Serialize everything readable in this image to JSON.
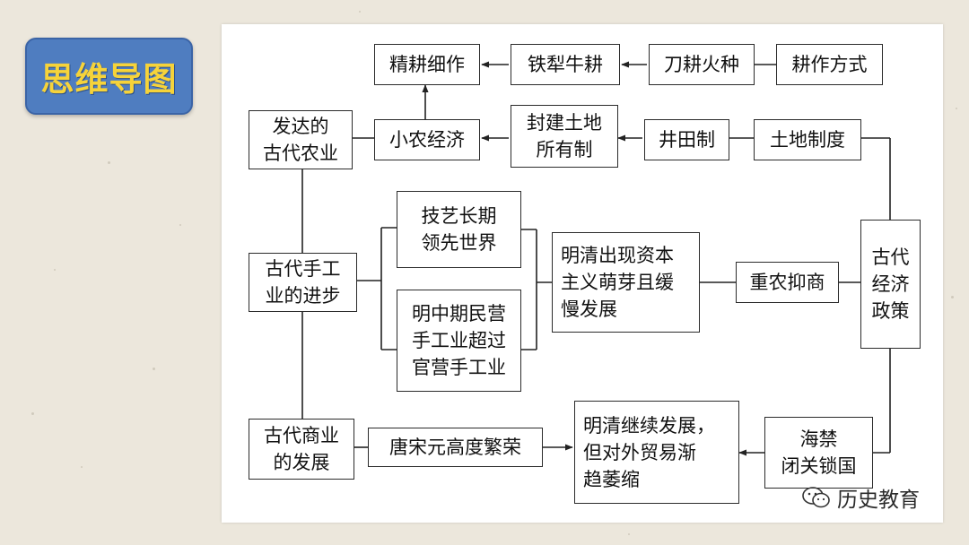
{
  "badge": {
    "label": "思维导图"
  },
  "nodes": {
    "jinggeng": "精耕细作",
    "tieli": "铁犁牛耕",
    "daogeng": "刀耕火种",
    "gengzuo": "耕作方式",
    "fada": "发达的\n古代农业",
    "xiaonong": "小农经济",
    "fengjian": "封建土地\n所有制",
    "jingtian": "井田制",
    "tudi": "土地制度",
    "jiyi": "技艺长期\n领先世界",
    "gudai_sg": "古代手工\n业的进步",
    "mingqing_zb": "明清出现资本\n主义萌芽且缓\n慢发展",
    "zhongnong": "重农抑商",
    "gudai_jj": "古代\n经济\n政策",
    "mingzhong": "明中期民营\n手工业超过\n官营手工业",
    "shangye": "古代商业\n的发展",
    "tangsong": "唐宋元高度繁荣",
    "mingqing_jx": "明清继续发展，\n但对外贸易渐\n趋萎缩",
    "haijin": "海禁\n闭关锁国"
  },
  "watermark": {
    "text": "历史教育"
  }
}
